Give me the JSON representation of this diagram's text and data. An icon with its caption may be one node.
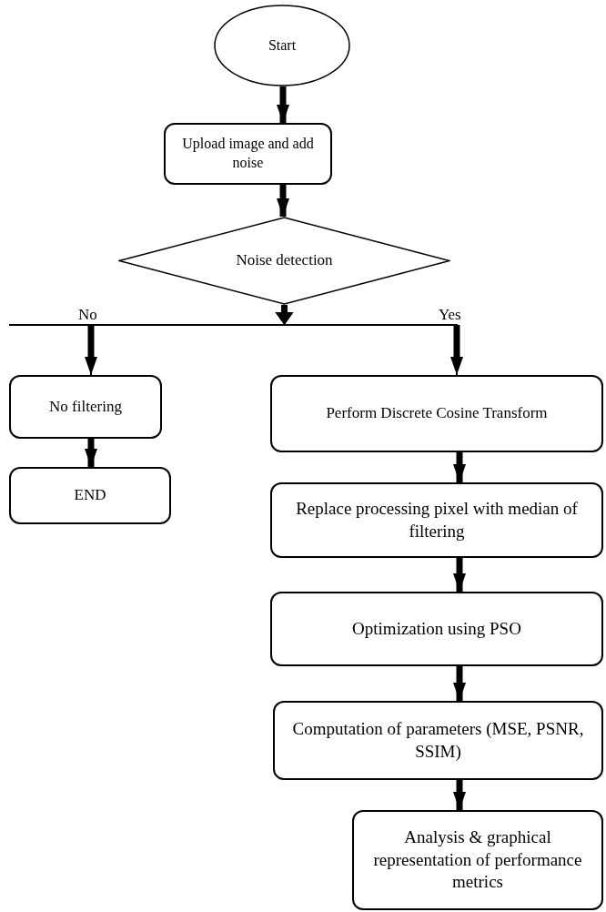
{
  "diagram": {
    "nodes": [
      {
        "text": [
          "Start"
        ]
      },
      {
        "text": [
          "Upload image and add noise"
        ]
      },
      {
        "text": [
          "Noise detection"
        ]
      },
      {
        "text": [
          "No filtering"
        ]
      },
      {
        "text": [
          "END"
        ]
      },
      {
        "text": [
          "Perform Discrete Cosine Transform"
        ]
      },
      {
        "text": [
          "Replace processing pixel with median of filtering"
        ]
      },
      {
        "text": [
          "Optimization using PSO"
        ]
      },
      {
        "text": [
          "Computation of parameters (MSE, PSNR, SSIM)"
        ]
      },
      {
        "text": [
          "Analysis & graphical representation of performance metrics"
        ]
      }
    ],
    "edges": [
      {
        "from": 0,
        "to": 1,
        "arrow": "to"
      },
      {
        "from": 1,
        "to": 2,
        "arrow": "to"
      },
      {
        "from": 2,
        "to": 3,
        "arrow": "to",
        "label": "No"
      },
      {
        "from": 2,
        "to": 5,
        "arrow": "to",
        "label": "Yes"
      },
      {
        "from": 3,
        "to": 4,
        "arrow": "to"
      },
      {
        "from": 5,
        "to": 6,
        "arrow": "to"
      },
      {
        "from": 6,
        "to": 7,
        "arrow": "to"
      },
      {
        "from": 7,
        "to": 8,
        "arrow": "to"
      },
      {
        "from": 8,
        "to": 9,
        "arrow": "to"
      }
    ]
  }
}
